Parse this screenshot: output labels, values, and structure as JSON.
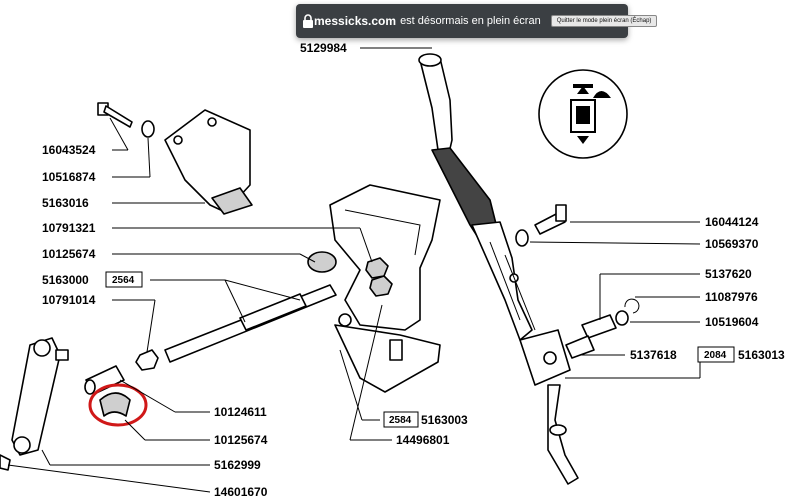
{
  "fullscreen_banner": {
    "site": "messicks.com",
    "message": "est désormais en plein écran",
    "exit_button": "Quitter le mode plein écran (Échap)"
  },
  "part_labels": [
    "5129984",
    "16043524",
    "10516874",
    "5163016",
    "10791321",
    "10125674",
    "5163000",
    "10791014",
    "10124611",
    "10125674",
    "5162999",
    "14601670",
    "5163003",
    "14496801",
    "16044124",
    "10569370",
    "5137620",
    "11087976",
    "10519604",
    "5137618",
    "5163013"
  ],
  "ref_boxes": [
    "2564",
    "2584",
    "2084"
  ],
  "colors": {
    "highlight_circle": "#d01818",
    "banner_bg": "#3b3f43"
  },
  "icons": [
    "lock-icon",
    "tractor-turtle-speed-icon"
  ]
}
